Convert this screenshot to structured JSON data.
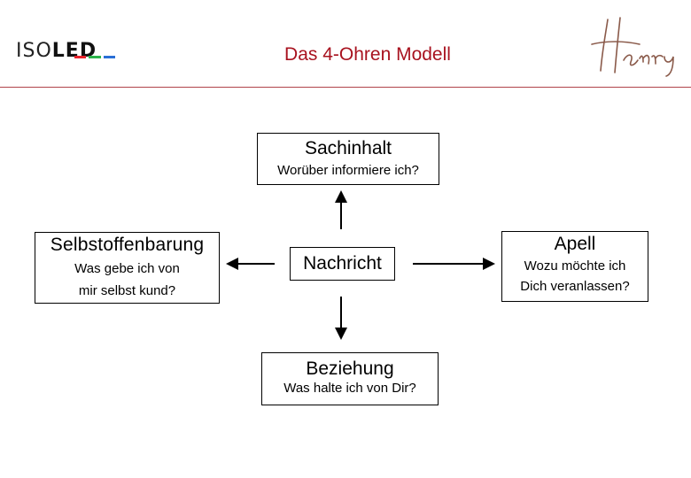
{
  "header": {
    "title": "Das 4-Ohren Modell",
    "logo_left": {
      "part1": "ISO",
      "part2": "LED",
      "bar_colors": [
        "#e8202a",
        "#2bb34a",
        "#2a6fd6"
      ]
    },
    "logo_right": "Henry",
    "accent_color": "#a8121f"
  },
  "diagram": {
    "sachinhalt": {
      "title": "Sachinhalt",
      "question": "Worüber informiere ich?"
    },
    "nachricht": {
      "title": "Nachricht"
    },
    "beziehung": {
      "title": "Beziehung",
      "question": "Was halte ich von Dir?"
    },
    "selbstoffenbarung": {
      "title": "Selbstoffenbarung",
      "question_line1": "Was gebe ich von",
      "question_line2": "mir selbst kund?"
    },
    "apell": {
      "title": "Apell",
      "question_line1": "Wozu möchte ich",
      "question_line2": "Dich veranlassen?"
    }
  }
}
